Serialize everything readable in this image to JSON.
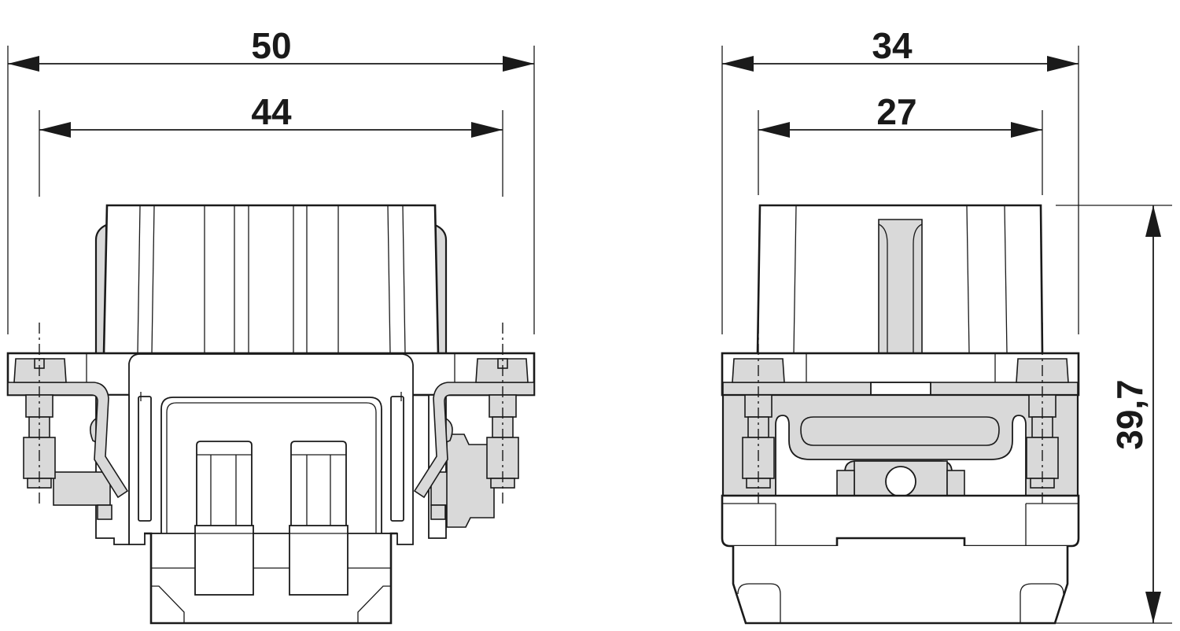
{
  "drawing": {
    "front_view": {
      "overall_width": "50",
      "mounting_hole_spacing": "44"
    },
    "side_view": {
      "overall_width": "34",
      "inner_width": "27",
      "height": "39,7"
    },
    "colors": {
      "line": "#1a1a1a",
      "fill_gray": "#d9d9d9",
      "background": "#ffffff"
    }
  }
}
